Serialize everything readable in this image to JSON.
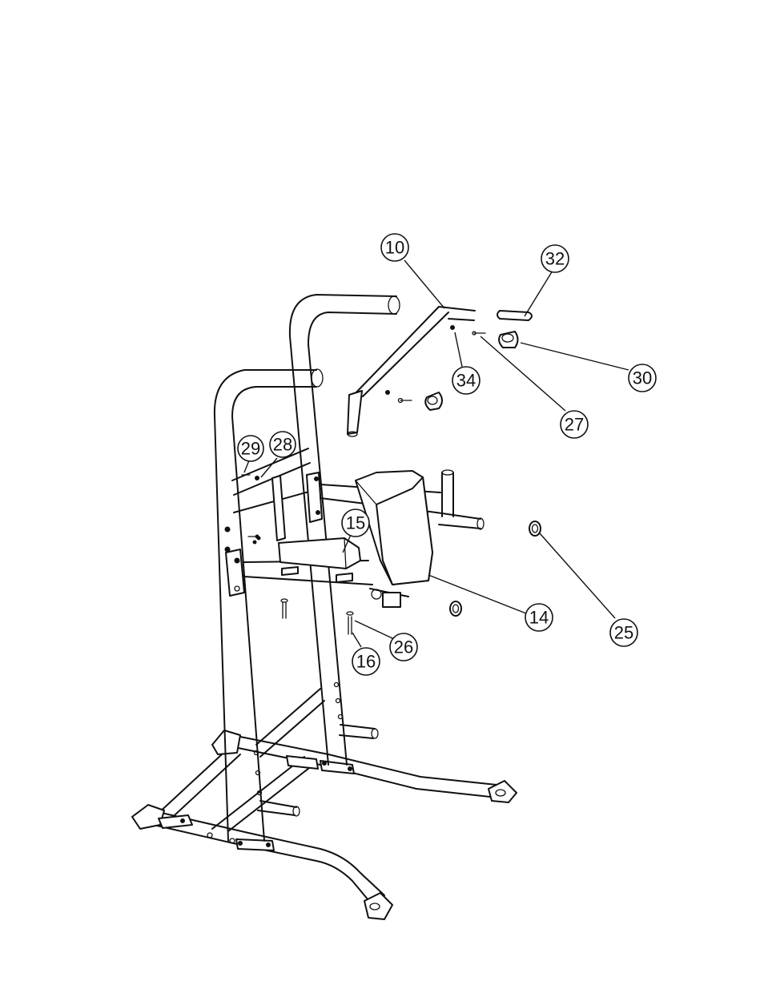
{
  "diagram": {
    "callouts": [
      {
        "id": "c10",
        "label": "10"
      },
      {
        "id": "c32",
        "label": "32"
      },
      {
        "id": "c34",
        "label": "34"
      },
      {
        "id": "c30",
        "label": "30"
      },
      {
        "id": "c27",
        "label": "27"
      },
      {
        "id": "c29",
        "label": "29"
      },
      {
        "id": "c28",
        "label": "28"
      },
      {
        "id": "c15",
        "label": "15"
      },
      {
        "id": "c14",
        "label": "14"
      },
      {
        "id": "c25",
        "label": "25"
      },
      {
        "id": "c26",
        "label": "26"
      },
      {
        "id": "c16",
        "label": "16"
      }
    ]
  }
}
